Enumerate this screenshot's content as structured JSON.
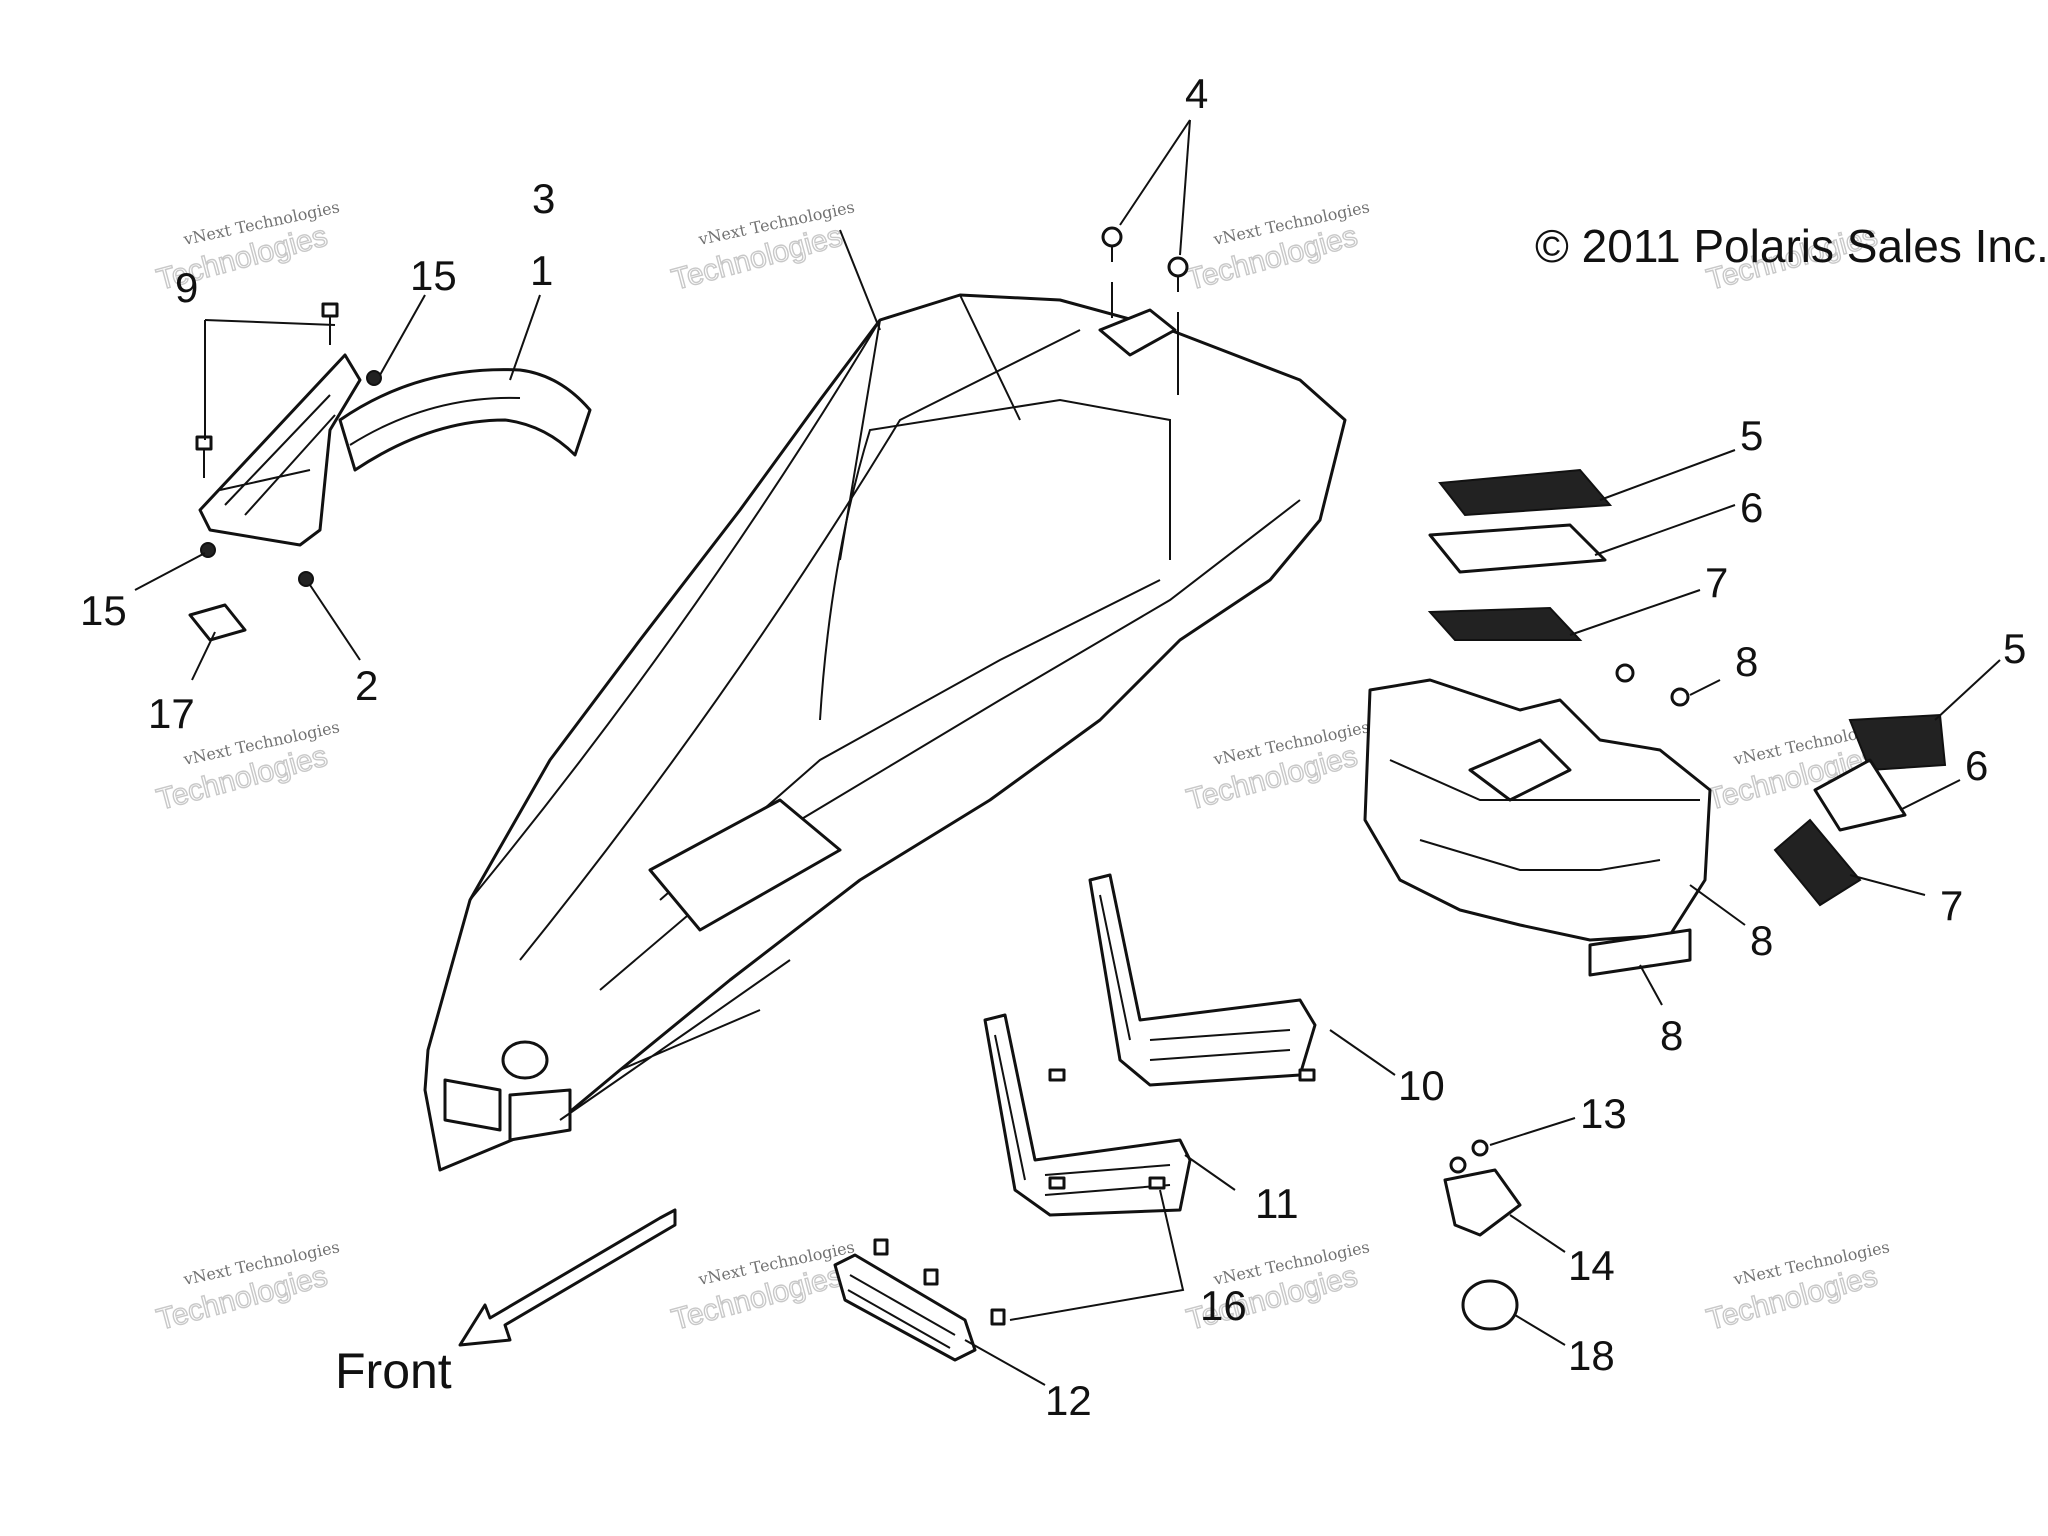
{
  "copyright": "© 2011 Polaris Sales Inc.",
  "direction_label": "Front",
  "watermark": {
    "line1": "vNext Technologies",
    "line2": "vNext",
    "line3": "Technologies"
  },
  "callouts": {
    "c1": "1",
    "c2": "2",
    "c3": "3",
    "c4": "4",
    "c5a": "5",
    "c5b": "5",
    "c6a": "6",
    "c6b": "6",
    "c7a": "7",
    "c7b": "7",
    "c8a": "8",
    "c8b": "8",
    "c8c": "8",
    "c9": "9",
    "c10": "10",
    "c11": "11",
    "c12": "12",
    "c13": "13",
    "c14": "14",
    "c15a": "15",
    "c15b": "15",
    "c16": "16",
    "c17": "17",
    "c18": "18"
  }
}
